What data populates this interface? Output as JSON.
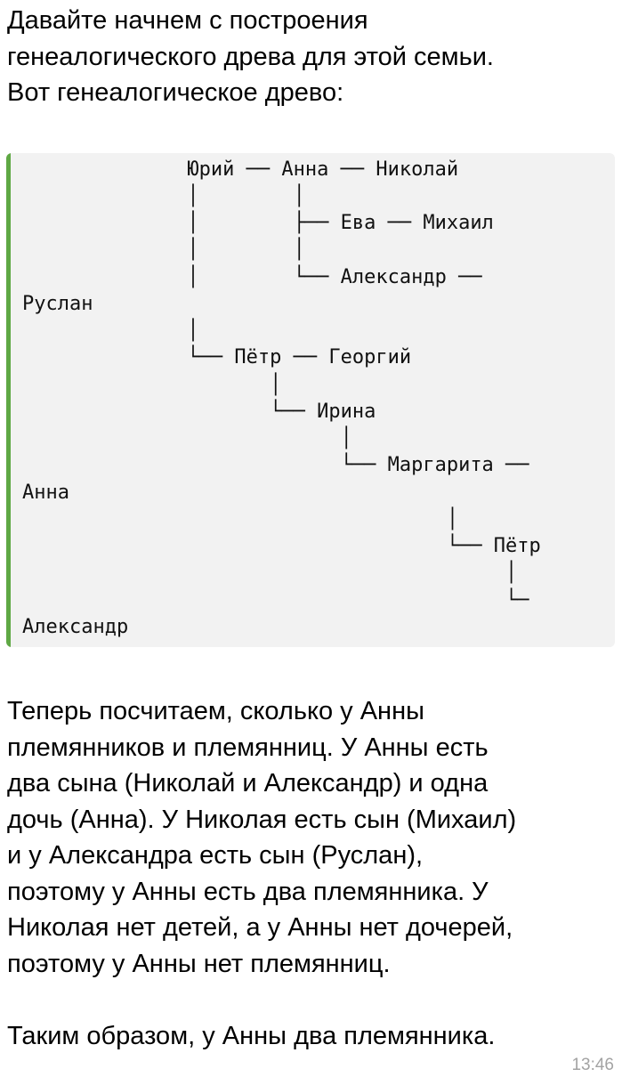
{
  "message": {
    "intro": "Давайте начнем с построения\nгенеалогического древа для этой семьи.\nВот генеалогическое древо:",
    "tree_lines": [
      "              Юрий ── Анна ── Николай",
      "              │        │",
      "              │        ├── Ева ── Михаил",
      "              │        │",
      "              │        └── Александр ──",
      "Руслан",
      "              │",
      "              └── Пётр ── Георгий",
      "                     │",
      "                     └── Ирина",
      "                           │",
      "                           └── Маргарита ──",
      "Анна",
      "                                    │",
      "                                    └── Пётр",
      "                                         │",
      "                                         └─",
      "Александр"
    ],
    "body": "Теперь посчитаем, сколько у Анны\nплемянников и племянниц. У Анны есть\nдва сына (Николай и Александр) и одна\nдочь (Анна). У Николая есть сын (Михаил)\nи у Александра есть сын (Руслан),\nпоэтому у Анны есть два племянника. У\nНиколая нет детей, а у Анны нет дочерей,\nпоэтому у Анны нет племянниц.",
    "conclusion": "Таким образом, у Анны два племянника.",
    "time": "13:46"
  },
  "colors": {
    "accent_bar": "#5fa844",
    "code_background": "#f2f2f2",
    "timestamp": "#a3a3a3"
  }
}
